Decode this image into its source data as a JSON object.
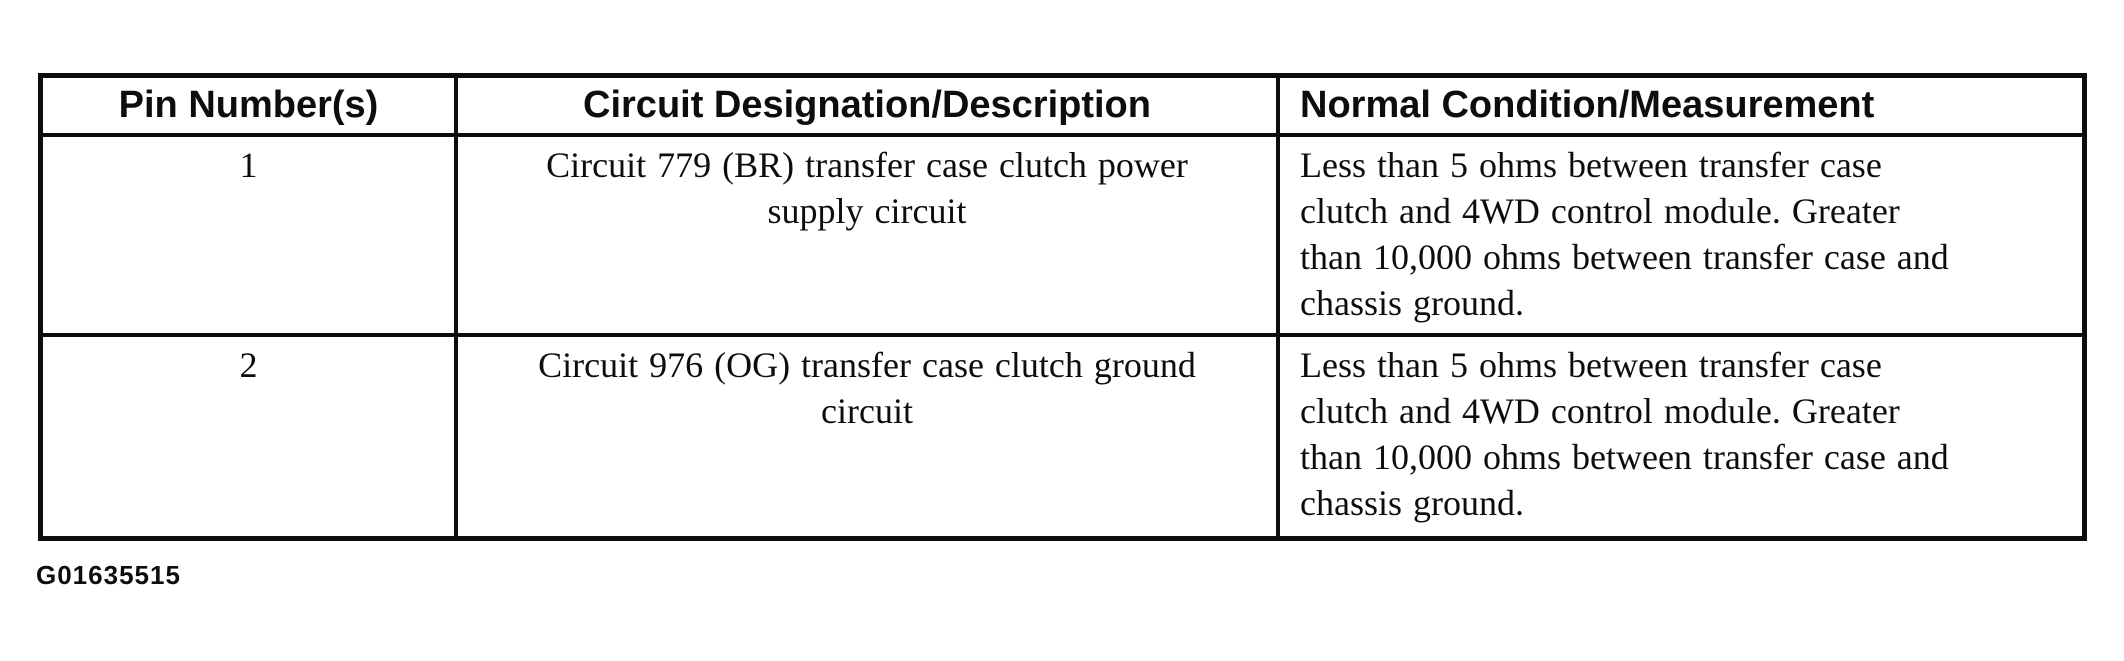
{
  "document": {
    "caption": "G01635515",
    "colors": {
      "ink": "#0d0d0d",
      "paper": "#ffffff"
    },
    "table": {
      "columns": [
        "Pin Number(s)",
        "Circuit Designation/Description",
        "Normal Condition/Measurement"
      ],
      "rows": [
        {
          "pin": "1",
          "circuit": "Circuit 779 (BR) transfer case clutch power\nsupply circuit",
          "condition": "Less than 5 ohms between transfer case\nclutch and 4WD control module. Greater\nthan 10,000 ohms between transfer case and\nchassis ground."
        },
        {
          "pin": "2",
          "circuit": "Circuit 976 (OG) transfer case clutch ground\ncircuit",
          "condition": "Less than 5 ohms between transfer case\nclutch and 4WD control module. Greater\nthan 10,000 ohms between transfer case and\nchassis ground."
        }
      ]
    }
  }
}
